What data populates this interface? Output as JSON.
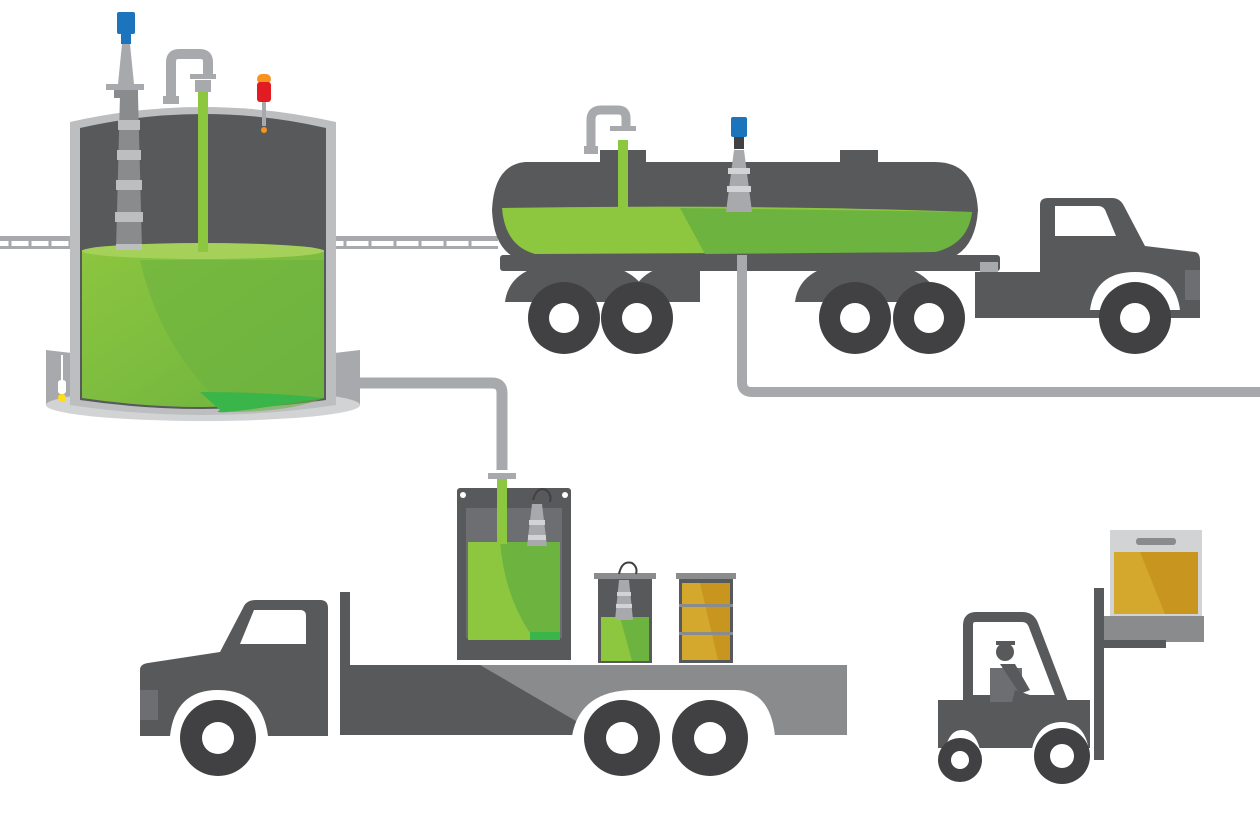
{
  "title": "",
  "colors": {
    "background": "#ffffff",
    "body_dark": "#58595b",
    "body_mid": "#6d6e71",
    "body_light": "#8a8b8d",
    "pipe": "#a7a9ac",
    "wheel": "#414042",
    "hub": "#ffffff",
    "liquid_green": "#8dc63f",
    "liquid_green_dark": "#6db33f",
    "liquid_green_bottom": "#39b54a",
    "liquid_amber": "#d4a82c",
    "liquid_amber_dark": "#c8961e",
    "sensor_blue": "#1c75bc",
    "beacon_red": "#e31b23",
    "beacon_amber": "#f7941d",
    "float_yellow": "#ffde17"
  },
  "elements": [
    {
      "id": "storage-tank",
      "icon": "storage-tank-icon"
    },
    {
      "id": "radar-level-sensor",
      "icon": "radar-sensor-icon"
    },
    {
      "id": "fill-pipe",
      "icon": "pipe-icon"
    },
    {
      "id": "warning-beacon",
      "icon": "beacon-icon"
    },
    {
      "id": "float-switch",
      "icon": "float-switch-icon"
    },
    {
      "id": "catwalk-rail",
      "icon": "rail-icon"
    },
    {
      "id": "tanker-truck",
      "icon": "tanker-truck-icon"
    },
    {
      "id": "flatbed-truck",
      "icon": "flatbed-truck-icon"
    },
    {
      "id": "tote-container",
      "icon": "tote-icon"
    },
    {
      "id": "drum-with-sensor",
      "icon": "drum-icon"
    },
    {
      "id": "drum-amber",
      "icon": "drum-icon"
    },
    {
      "id": "forklift",
      "icon": "forklift-icon"
    },
    {
      "id": "forklift-tote",
      "icon": "tote-icon"
    }
  ]
}
